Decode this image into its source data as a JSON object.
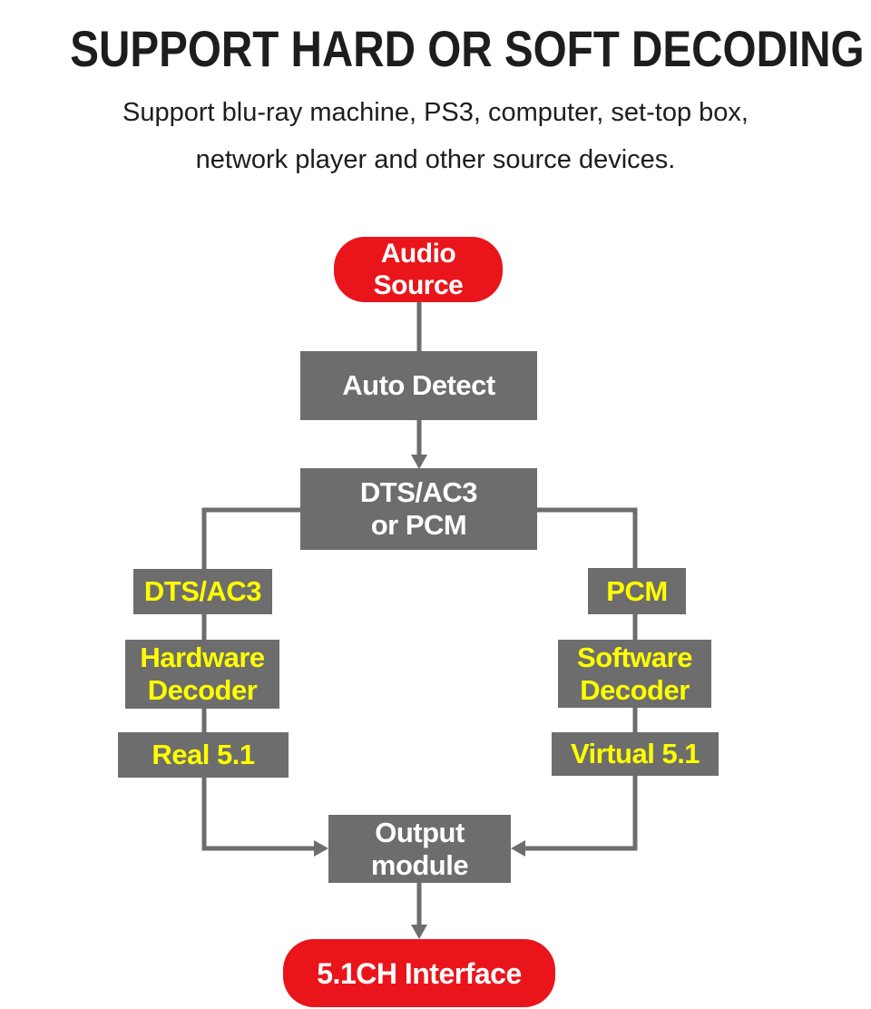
{
  "header": {
    "title": "SUPPORT HARD OR SOFT DECODING",
    "subtitle_line1": "Support blu-ray machine, PS3, computer, set-top box,",
    "subtitle_line2": "network player and other source devices."
  },
  "colors": {
    "accent_red": "#e9151b",
    "box_gray": "#6d6d6d",
    "connector_gray": "#6d6d6d",
    "highlight_yellow": "#fefe00",
    "box_text_white": "#ffffff",
    "heading_text": "#1d1d1d"
  },
  "flowchart": {
    "nodes": {
      "audio_source": {
        "line1": "Audio",
        "line2": "Source"
      },
      "auto_detect": {
        "label": "Auto Detect"
      },
      "dts_ac3_or_pcm": {
        "line1": "DTS/AC3",
        "line2": "or PCM"
      },
      "dts_ac3": {
        "label": "DTS/AC3"
      },
      "pcm": {
        "label": "PCM"
      },
      "hardware_decoder": {
        "line1": "Hardware",
        "line2": "Decoder"
      },
      "software_decoder": {
        "line1": "Software",
        "line2": "Decoder"
      },
      "real_51": {
        "label": "Real 5.1"
      },
      "virtual_51": {
        "label": "Virtual 5.1"
      },
      "output_module": {
        "line1": "Output",
        "line2": "module"
      },
      "interface_51ch": {
        "label": "5.1CH Interface"
      }
    },
    "edges": [
      {
        "from": "audio_source",
        "to": "auto_detect",
        "arrow": false
      },
      {
        "from": "auto_detect",
        "to": "dts_ac3_or_pcm",
        "arrow": true
      },
      {
        "from": "dts_ac3_or_pcm",
        "to": "dts_ac3",
        "via": "left branch",
        "arrow": false
      },
      {
        "from": "dts_ac3",
        "to": "hardware_decoder",
        "arrow": false
      },
      {
        "from": "hardware_decoder",
        "to": "real_51",
        "arrow": false
      },
      {
        "from": "real_51",
        "to": "output_module",
        "arrow": true
      },
      {
        "from": "dts_ac3_or_pcm",
        "to": "pcm",
        "via": "right branch",
        "arrow": false
      },
      {
        "from": "pcm",
        "to": "software_decoder",
        "arrow": false
      },
      {
        "from": "software_decoder",
        "to": "virtual_51",
        "arrow": false
      },
      {
        "from": "virtual_51",
        "to": "output_module",
        "arrow": true
      },
      {
        "from": "output_module",
        "to": "interface_51ch",
        "arrow": true
      }
    ]
  }
}
